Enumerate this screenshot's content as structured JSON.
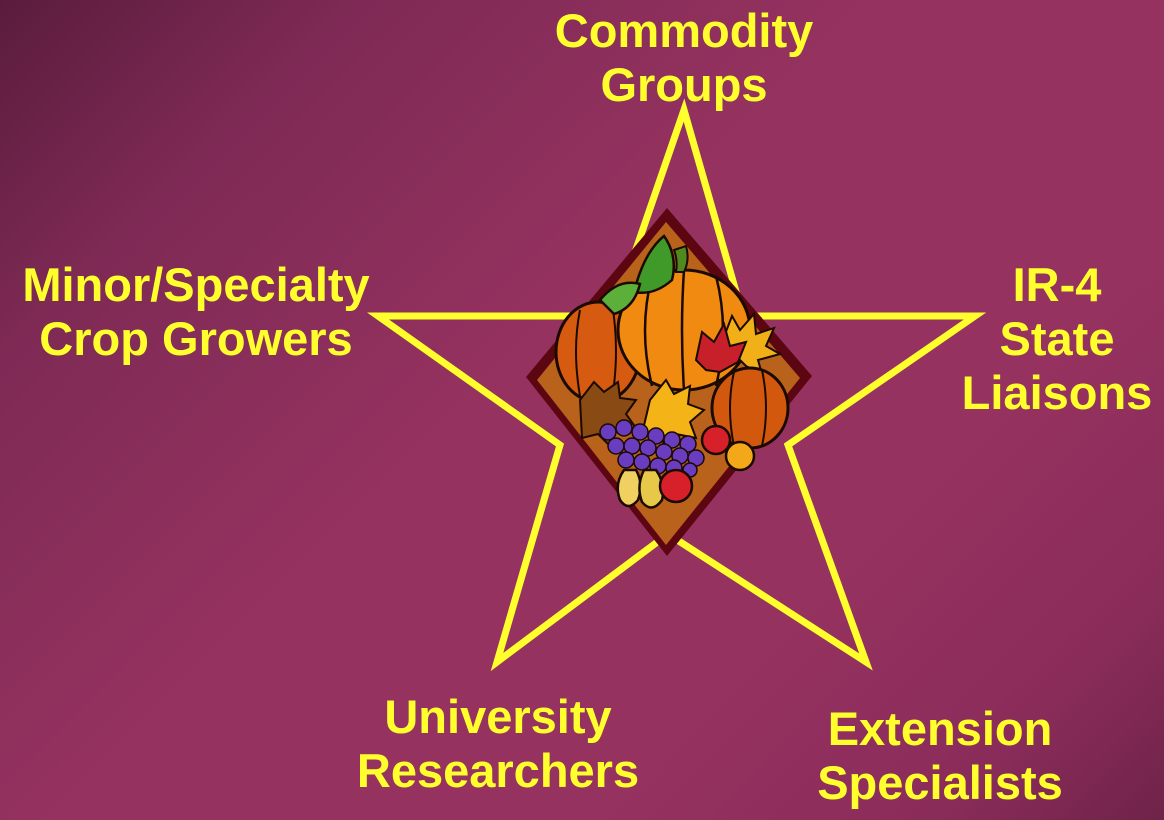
{
  "colors": {
    "background": "#963260",
    "text": "#ffff2e",
    "star_stroke": "#ffff2e",
    "diamond_outer": "#5c0612",
    "diamond_inner": "#b8621c"
  },
  "icons": [
    "cornucopia-harvest-clipart"
  ],
  "nodes": {
    "top": {
      "line1": "Commodity",
      "line2": "Groups"
    },
    "left": {
      "line1": "Minor/Specialty",
      "line2": "Crop Growers"
    },
    "right": {
      "line1": "IR-4",
      "line2": "State",
      "line3": "Liaisons"
    },
    "bottom_left": {
      "line1": "University",
      "line2": "Researchers"
    },
    "bottom_right": {
      "line1": "Extension",
      "line2": "Specialists"
    }
  }
}
